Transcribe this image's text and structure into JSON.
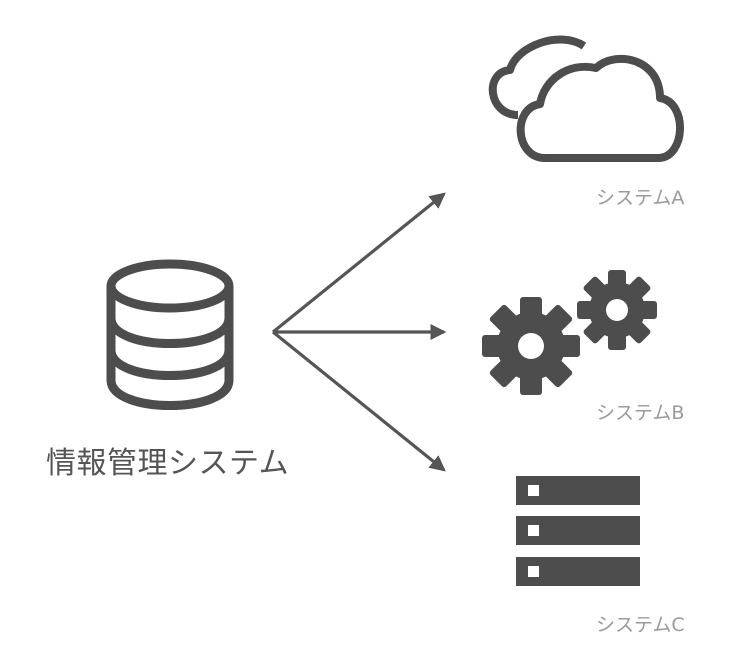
{
  "source": {
    "label": "情報管理システム",
    "icon": "database-icon"
  },
  "targets": [
    {
      "label": "システムA",
      "icon": "cloud-icon"
    },
    {
      "label": "システムB",
      "icon": "gears-icon"
    },
    {
      "label": "システムC",
      "icon": "server-icon"
    }
  ],
  "colors": {
    "icon": "#4d4d4d",
    "arrow": "#555555",
    "source_label": "#555555",
    "target_label": "#9a9a9a"
  }
}
